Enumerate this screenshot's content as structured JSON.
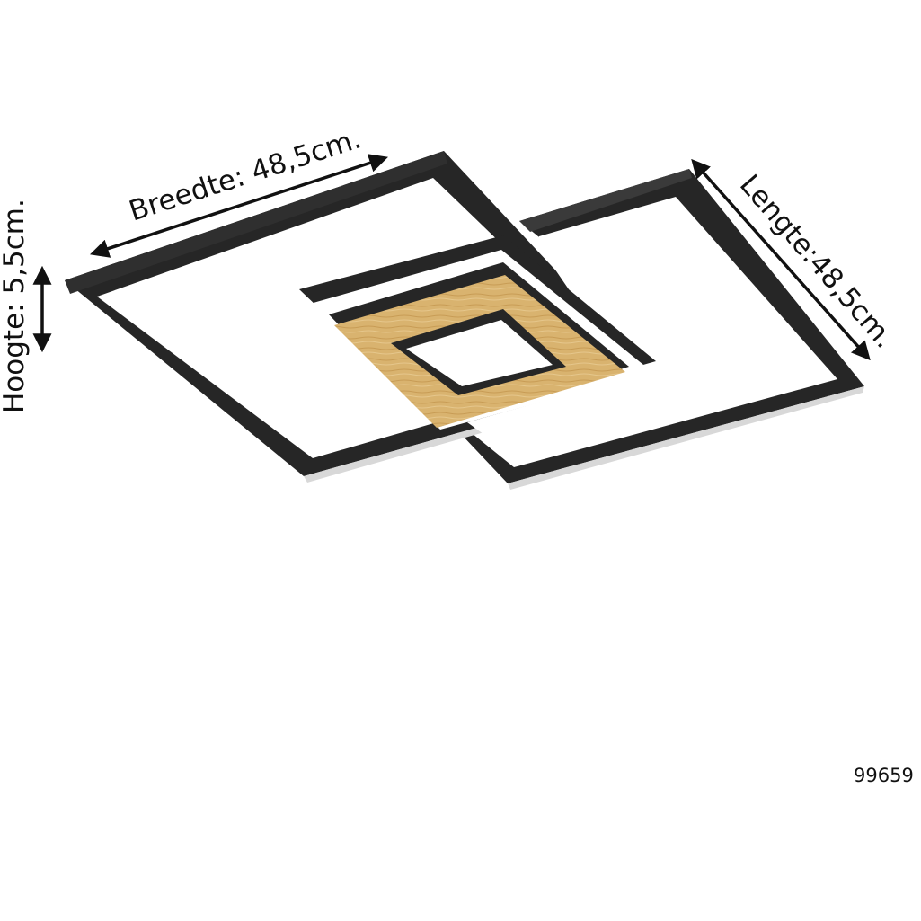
{
  "dimensions": {
    "width_label": "Breedte: 48,5cm.",
    "length_label": "Lengte:48,5cm.",
    "height_label": "Hoogte: 5,5cm."
  },
  "product_code": "99659",
  "colors": {
    "frame": "#262626",
    "frame_inner": "#ffffff",
    "wood": "#d9b36f",
    "arrow": "#111111"
  }
}
